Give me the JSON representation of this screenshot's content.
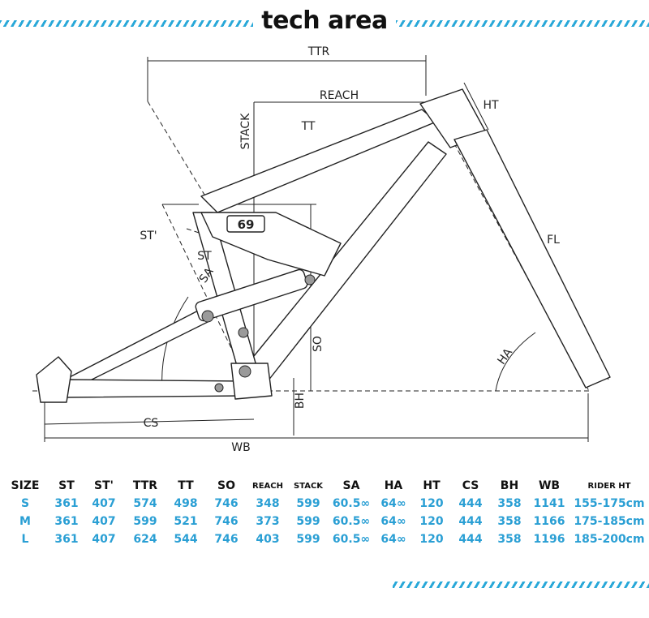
{
  "header": {
    "title": "tech area"
  },
  "diagram": {
    "labels": {
      "ttr": "TTR",
      "reach": "REACH",
      "stack": "STACK",
      "tt": "TT",
      "ht": "HT",
      "fl": "FL",
      "st_prime": "ST'",
      "st": "ST",
      "sa": "SA",
      "so": "SO",
      "ha": "HA",
      "bh": "BH",
      "cs": "CS",
      "wb": "WB",
      "badge": "69"
    }
  },
  "table": {
    "headers": [
      "SIZE",
      "ST",
      "ST'",
      "TTR",
      "TT",
      "SO",
      "REACH",
      "STACK",
      "SA",
      "HA",
      "HT",
      "CS",
      "BH",
      "WB",
      "RIDER HT"
    ],
    "rows": [
      [
        "S",
        "361",
        "407",
        "574",
        "498",
        "746",
        "348",
        "599",
        "60.5∞",
        "64∞",
        "120",
        "444",
        "358",
        "1141",
        "155-175cm"
      ],
      [
        "M",
        "361",
        "407",
        "599",
        "521",
        "746",
        "373",
        "599",
        "60.5∞",
        "64∞",
        "120",
        "444",
        "358",
        "1166",
        "175-185cm"
      ],
      [
        "L",
        "361",
        "407",
        "624",
        "544",
        "746",
        "403",
        "599",
        "60.5∞",
        "64∞",
        "120",
        "444",
        "358",
        "1196",
        "185-200cm"
      ]
    ]
  }
}
